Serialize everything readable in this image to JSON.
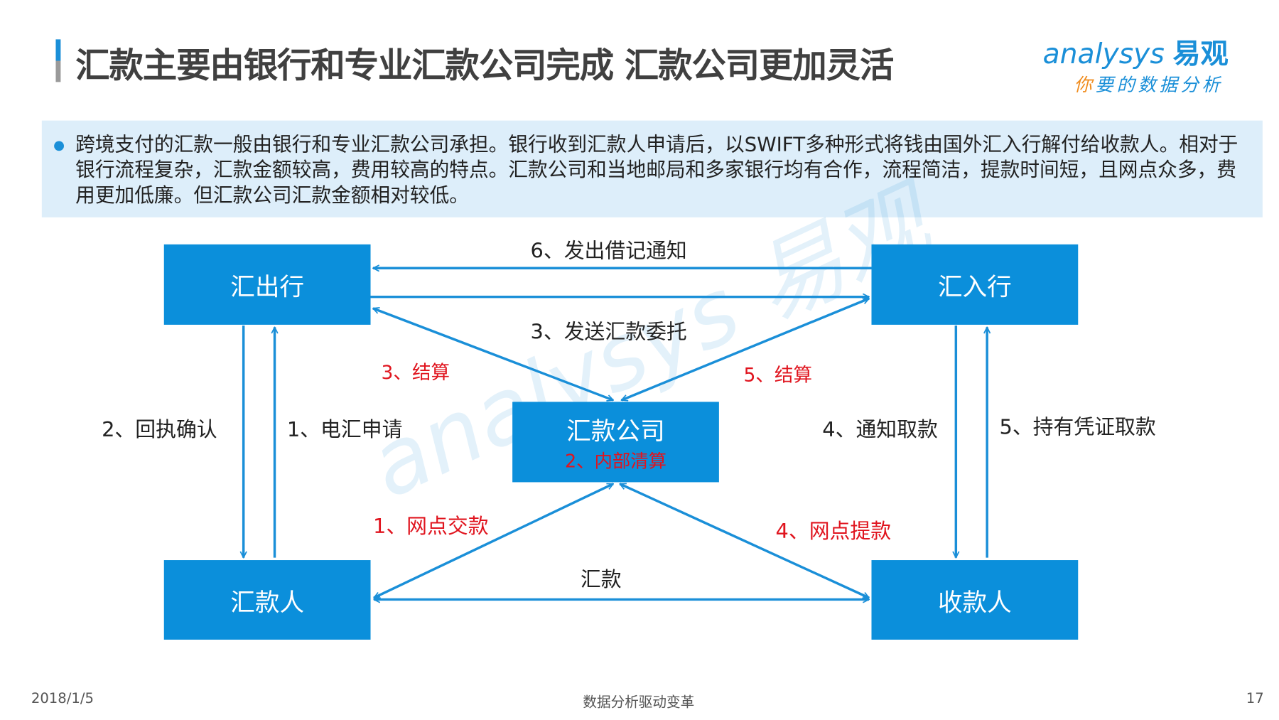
{
  "header": {
    "title": "汇款主要由银行和专业汇款公司完成 汇款公司更加灵活",
    "logo_en": "analysys",
    "logo_cn": "易观",
    "slogan_first": "你",
    "slogan_rest": "要的数据分析"
  },
  "note": {
    "text": "跨境支付的汇款一般由银行和专业汇款公司承担。银行收到汇款人申请后，以SWIFT多种形式将钱由国外汇入行解付给收款人。相对于银行流程复杂，汇款金额较高，费用较高的特点。汇款公司和当地邮局和多家银行均有合作，流程简洁，提款时间短，且网点众多，费用更加低廉。但汇款公司汇款金额相对较低。"
  },
  "diagram": {
    "nodes": {
      "remit_bank": "汇出行",
      "receive_bank": "汇入行",
      "company": "汇款公司",
      "company_sub": "2、内部清算",
      "remitter": "汇款人",
      "payee": "收款人"
    },
    "labels": {
      "debit_notice": "6、发出借记通知",
      "send_order": "3、发送汇款委托",
      "settle_left": "3、结算",
      "settle_right": "5、结算",
      "receipt": "2、回执确认",
      "wire_apply": "1、电汇申请",
      "notify": "4、通知取款",
      "withdraw_voucher": "5、持有凭证取款",
      "outlet_pay": "1、网点交款",
      "outlet_withdraw": "4、网点提款",
      "remit": "汇款"
    },
    "colors": {
      "box": "#0b8fdb",
      "arrow": "#1a8fd8",
      "red": "#e0141e"
    }
  },
  "footer": {
    "date": "2018/1/5",
    "center": "数据分析驱动变革",
    "page": "17"
  }
}
